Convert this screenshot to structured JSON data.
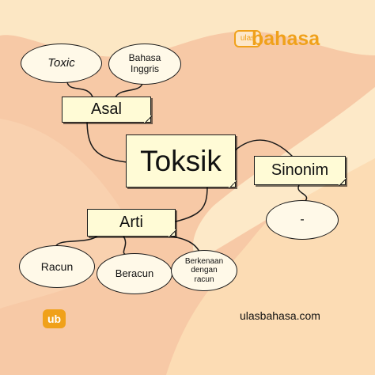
{
  "brand": {
    "bubble": "ulas",
    "name": "bahasa",
    "icon": "ub",
    "website": "ulasbahasa.com"
  },
  "center": {
    "label": "Toksik"
  },
  "nodes": {
    "asal": "Asal",
    "toxic": "Toxic",
    "bahasa_inggris": "Bahasa Inggris",
    "sinonim": "Sinonim",
    "sinonim_value": "-",
    "arti": "Arti",
    "racun": "Racun",
    "beracun": "Beracun",
    "berkenaan": "Berkenaan dengan racun"
  },
  "colors": {
    "background": "#f7c9a6",
    "light_band": "#fce7c4",
    "box_fill": "#fffbd6",
    "oval_fill": "#fff9e8",
    "brand_orange": "#f0a11a"
  }
}
